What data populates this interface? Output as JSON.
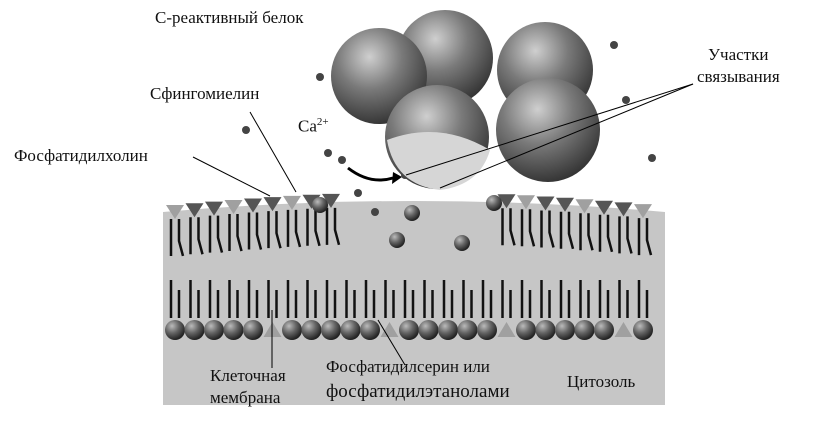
{
  "labels": {
    "crp": "С-реактивный белок",
    "binding_sites_1": "Участки",
    "binding_sites_2": "связывания",
    "sphingomyelin": "Сфингомиелин",
    "calcium": "Ca",
    "calcium_charge": "2+",
    "phosphatidylcholine": "Фосфатидилхолин",
    "cell_membrane_1": "Клеточная",
    "cell_membrane_2": "мембрана",
    "ps_pe_1": "Фосфатидилсерин или",
    "ps_pe_2": "фосфатидилэтанолами",
    "cytosol": "Цитозоль"
  },
  "colors": {
    "membrane": "#c4c4c4",
    "head_dark": "#555555",
    "head_light": "#a0a0a0",
    "protein": "#6e6e6e"
  }
}
